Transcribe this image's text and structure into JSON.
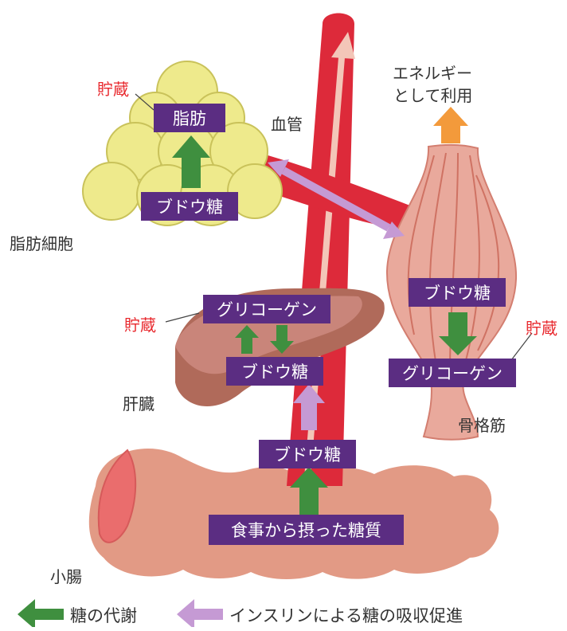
{
  "diagram": {
    "blood_vessel": "血管",
    "energy": [
      "エネルギー",
      "として利用"
    ],
    "fat": {
      "cell_label": "脂肪細胞",
      "store_label": "貯蔵",
      "top_box": "脂肪",
      "bottom_box": "ブドウ糖"
    },
    "liver": {
      "organ_label": "肝臓",
      "store_label": "貯蔵",
      "top_box": "グリコーゲン",
      "bottom_box": "ブドウ糖"
    },
    "muscle": {
      "organ_label": "骨格筋",
      "store_label": "貯蔵",
      "top_box": "ブドウ糖",
      "bottom_box": "グリコーゲン"
    },
    "intestine": {
      "organ_label": "小腸",
      "glucose_box": "ブドウ糖",
      "food_box": "食事から摂った糖質"
    }
  },
  "legend": {
    "metabolism": "糖の代謝",
    "insulin": "インスリンによる糖の吸収促進"
  },
  "colors": {
    "metabolism_arrow": "#3f8f3f",
    "insulin_arrow": "#c59ad4",
    "energy_arrow": "#f39a3b",
    "label_box": "#5b2d82",
    "vessel": "#dd2a3a",
    "store_label": "#e8262b"
  }
}
